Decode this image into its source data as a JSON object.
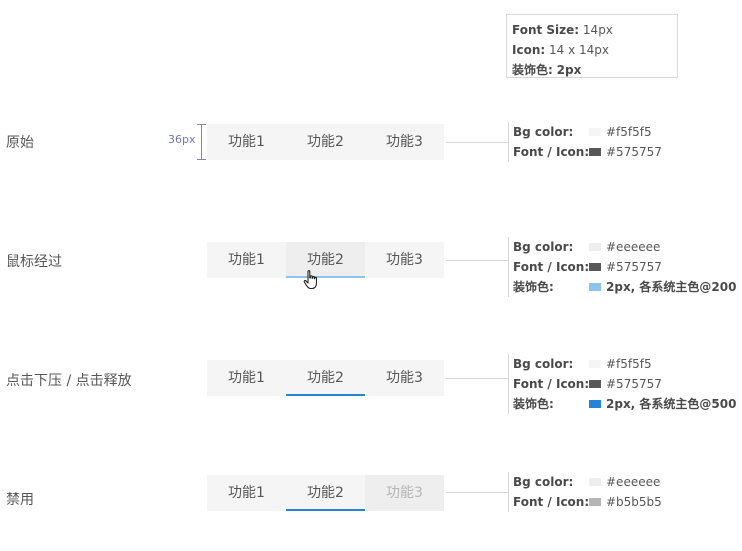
{
  "top_spec": {
    "font_size_key": "Font Size:",
    "font_size_val": "14px",
    "icon_key": "Icon:",
    "icon_val": "14 x 14px",
    "accent_key": "装饰色:",
    "accent_val": "2px"
  },
  "dimension": {
    "label": "36px"
  },
  "tabs": [
    "功能1",
    "功能2",
    "功能3"
  ],
  "states": [
    {
      "label": "原始",
      "spec": [
        {
          "key": "Bg color:",
          "swatch": "#f5f5f5",
          "value": "#f5f5f5"
        },
        {
          "key": "Font / Icon:",
          "swatch": "#575757",
          "value": "#575757"
        }
      ]
    },
    {
      "label": "鼠标经过",
      "spec": [
        {
          "key": "Bg color:",
          "swatch": "#eeeeee",
          "value": "#eeeeee"
        },
        {
          "key": "Font / Icon:",
          "swatch": "#575757",
          "value": "#575757"
        },
        {
          "key": "装饰色:",
          "swatch": "#8cc4ec",
          "value": "2px, 各系统主色@200"
        }
      ]
    },
    {
      "label": "点击下压 / 点击释放",
      "spec": [
        {
          "key": "Bg color:",
          "swatch": "#f5f5f5",
          "value": "#f5f5f5"
        },
        {
          "key": "Font / Icon:",
          "swatch": "#575757",
          "value": "#575757"
        },
        {
          "key": "装饰色:",
          "swatch": "#2683d6",
          "value": "2px, 各系统主色@500"
        }
      ]
    },
    {
      "label": "禁用",
      "spec": [
        {
          "key": "Bg color:",
          "swatch": "#eeeeee",
          "value": "#eeeeee"
        },
        {
          "key": "Font / Icon:",
          "swatch": "#b5b5b5",
          "value": "#b5b5b5"
        }
      ]
    }
  ],
  "colors": {
    "bar_bg": "#f5f5f5",
    "hover_bg": "#eeeeee",
    "text": "#575757",
    "disabled_text": "#b5b5b5",
    "accent_200": "#8cc4ec",
    "accent_500": "#2683d6"
  },
  "cursor": {
    "icon": "hand-pointer-icon"
  }
}
